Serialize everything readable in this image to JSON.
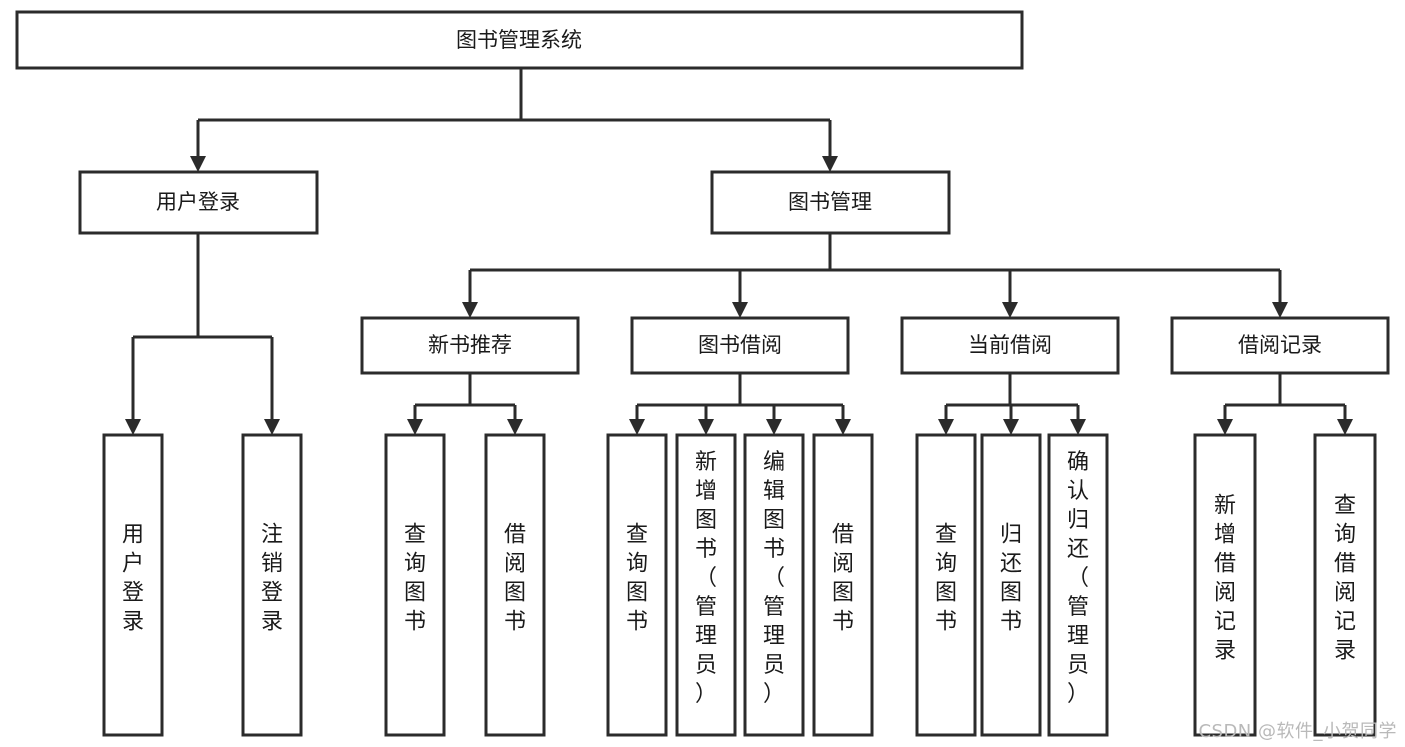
{
  "diagram": {
    "type": "tree-hierarchy",
    "title": "图书管理系统",
    "orientation": "top-down",
    "colors": {
      "box_fill": "#ffffff",
      "box_stroke": "#2b2b2b",
      "connector": "#2b2b2b",
      "text": "#1a1a1a",
      "watermark": "#b9b9b9"
    },
    "root": {
      "label": "图书管理系统",
      "id": "root-system"
    },
    "level2": [
      {
        "id": "node-user-login",
        "label": "用户登录"
      },
      {
        "id": "node-book-management",
        "label": "图书管理"
      }
    ],
    "level3": [
      {
        "id": "node-new-book-recommend",
        "label": "新书推荐",
        "parent": "node-book-management"
      },
      {
        "id": "node-book-borrow",
        "label": "图书借阅",
        "parent": "node-book-management"
      },
      {
        "id": "node-current-borrow",
        "label": "当前借阅",
        "parent": "node-book-management"
      },
      {
        "id": "node-borrow-record",
        "label": "借阅记录",
        "parent": "node-book-management"
      }
    ],
    "leaves": {
      "user_login": [
        {
          "id": "leaf-user-login",
          "label": "用户登录"
        },
        {
          "id": "leaf-user-logout",
          "label": "注销登录"
        }
      ],
      "new_book_recommend": [
        {
          "id": "leaf-query-book-1",
          "label": "查询图书"
        },
        {
          "id": "leaf-borrow-book-1",
          "label": "借阅图书"
        }
      ],
      "book_borrow": [
        {
          "id": "leaf-query-book-2",
          "label": "查询图书"
        },
        {
          "id": "leaf-add-book",
          "label": "新增图书（管理员）"
        },
        {
          "id": "leaf-edit-book",
          "label": "编辑图书（管理员）"
        },
        {
          "id": "leaf-borrow-book-2",
          "label": "借阅图书"
        }
      ],
      "current_borrow": [
        {
          "id": "leaf-query-book-3",
          "label": "查询图书"
        },
        {
          "id": "leaf-return-book",
          "label": "归还图书"
        },
        {
          "id": "leaf-confirm-return",
          "label": "确认归还（管理员）"
        }
      ],
      "borrow_record": [
        {
          "id": "leaf-add-record",
          "label": "新增借阅记录"
        },
        {
          "id": "leaf-query-record",
          "label": "查询借阅记录"
        }
      ]
    }
  },
  "watermark": {
    "text": "CSDN @软件_小贺同学"
  }
}
